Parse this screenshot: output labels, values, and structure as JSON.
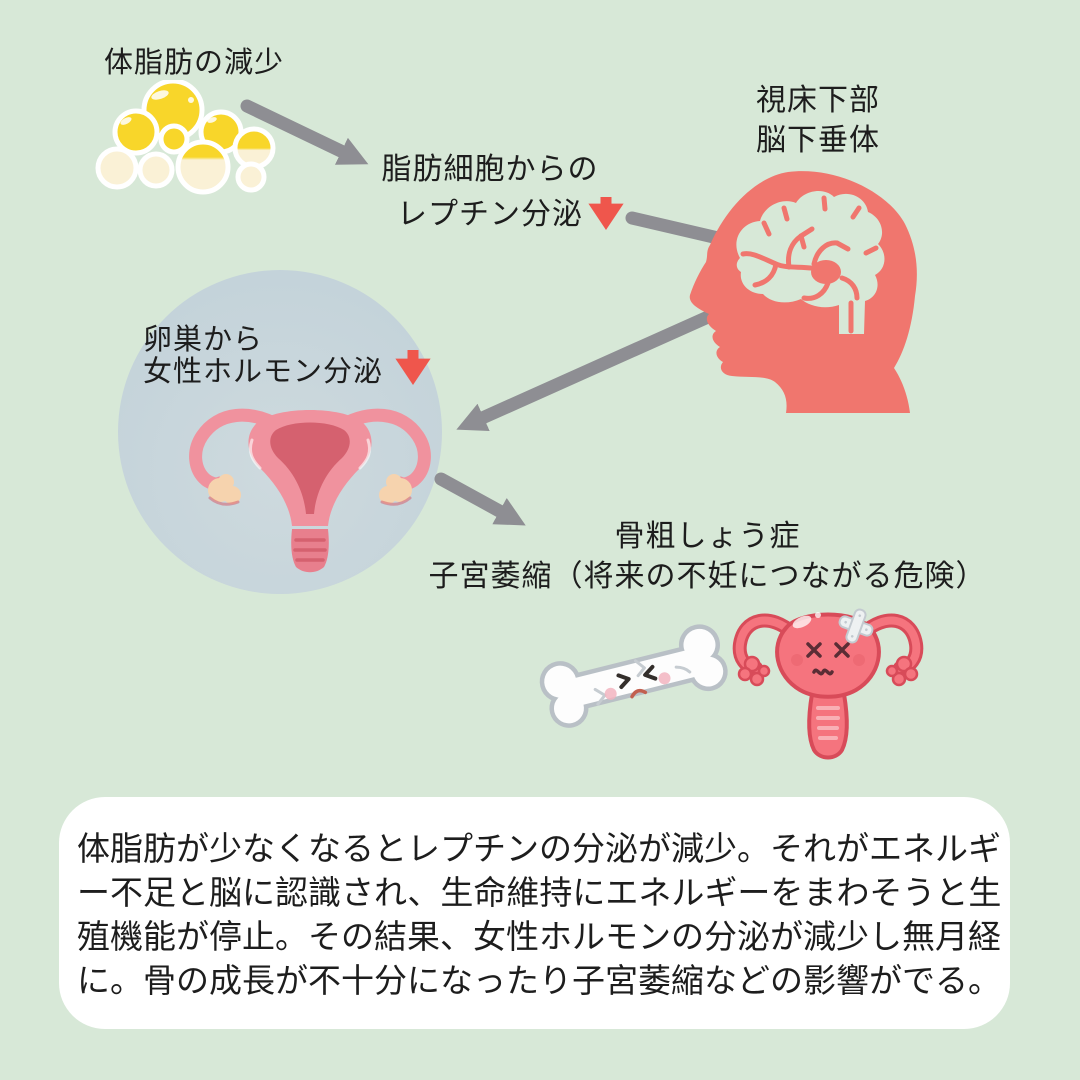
{
  "colors": {
    "bg": "#d7e8d7",
    "ink": "#1d1d1d",
    "arrow": "#8e8e93",
    "red": "#ef564c",
    "salmon": "#f0766e",
    "yellow": "#f8d62a",
    "cream": "#faf1d6",
    "circle-fill": "#c4d3da",
    "pink": "#f0929e",
    "pink-dark": "#d5616f",
    "cervix": "#e87f8d",
    "fimbria": "#f6d3ae",
    "char-pink": "#f5747e",
    "char-outline": "#d84b59",
    "bone-fill": "#fdfdfd",
    "bone-outline": "#b9c0c6",
    "box-bg": "#ffffff"
  },
  "icons": {
    "fat": "fat-cells-cluster",
    "brain": "head-brain-silhouette",
    "ovary": "uterus-diagram",
    "bone": "sad-cracked-bone",
    "uterus_small": "sad-uterus-character",
    "decrease": "red-down-arrow",
    "flow": "gray-arrow"
  },
  "diagram": {
    "fat": {
      "label": "体脂肪の減少"
    },
    "leptin": {
      "line1": "脂肪細胞からの",
      "line2": "レプチン分泌"
    },
    "brain": {
      "line1": "視床下部",
      "line2": "脳下垂体"
    },
    "ovary": {
      "line1": "卵巣から",
      "line2": "女性ホルモン分泌"
    },
    "outcome": {
      "line1": "骨粗しょう症",
      "line2": "子宮萎縮（将来の不妊につながる危険）"
    }
  },
  "summary": {
    "lines": [
      "体脂肪が少なくなるとレプチンの分泌が減少。それがエネルギ",
      "ー不足と脳に認識され、生命維持にエネルギーをまわそうと生",
      "殖機能が停止。その結果、女性ホルモンの分泌が減少し無月経",
      "に。骨の成長が不十分になったり子宮萎縮などの影響がでる。"
    ]
  }
}
